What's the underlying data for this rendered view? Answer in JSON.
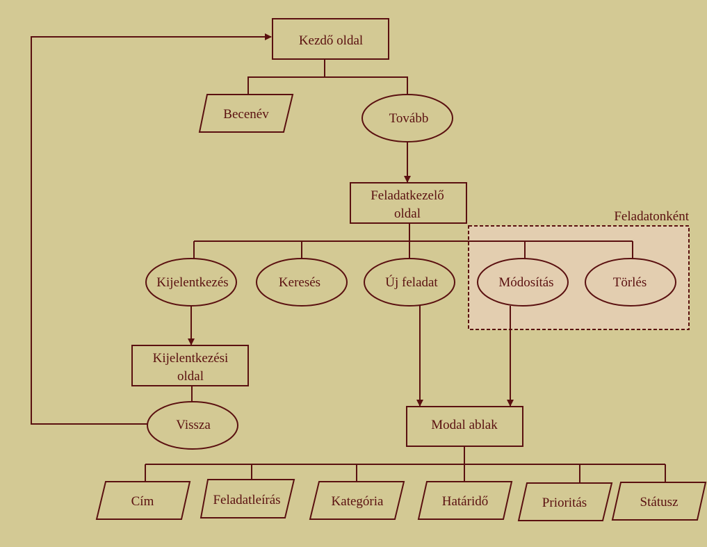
{
  "colors": {
    "background": "#d3c994",
    "stroke": "#5a1010",
    "text": "#5a1010",
    "group_fill": "#e3ceb0"
  },
  "nodes": {
    "start_page": "Kezdő oldal",
    "nickname": "Becenév",
    "next": "Tovább",
    "task_manager_1": "Feladatkezelő",
    "task_manager_2": "oldal",
    "logout": "Kijelentkezés",
    "search": "Keresés",
    "new_task": "Új feladat",
    "modify": "Módosítás",
    "delete": "Törlés",
    "logout_page_1": "Kijelentkezési",
    "logout_page_2": "oldal",
    "back": "Vissza",
    "modal": "Modal ablak",
    "title": "Cím",
    "description": "Feladatleírás",
    "category": "Kategória",
    "deadline": "Határidő",
    "priority": "Prioritás",
    "status": "Státusz"
  },
  "group_label": "Feladatonként"
}
